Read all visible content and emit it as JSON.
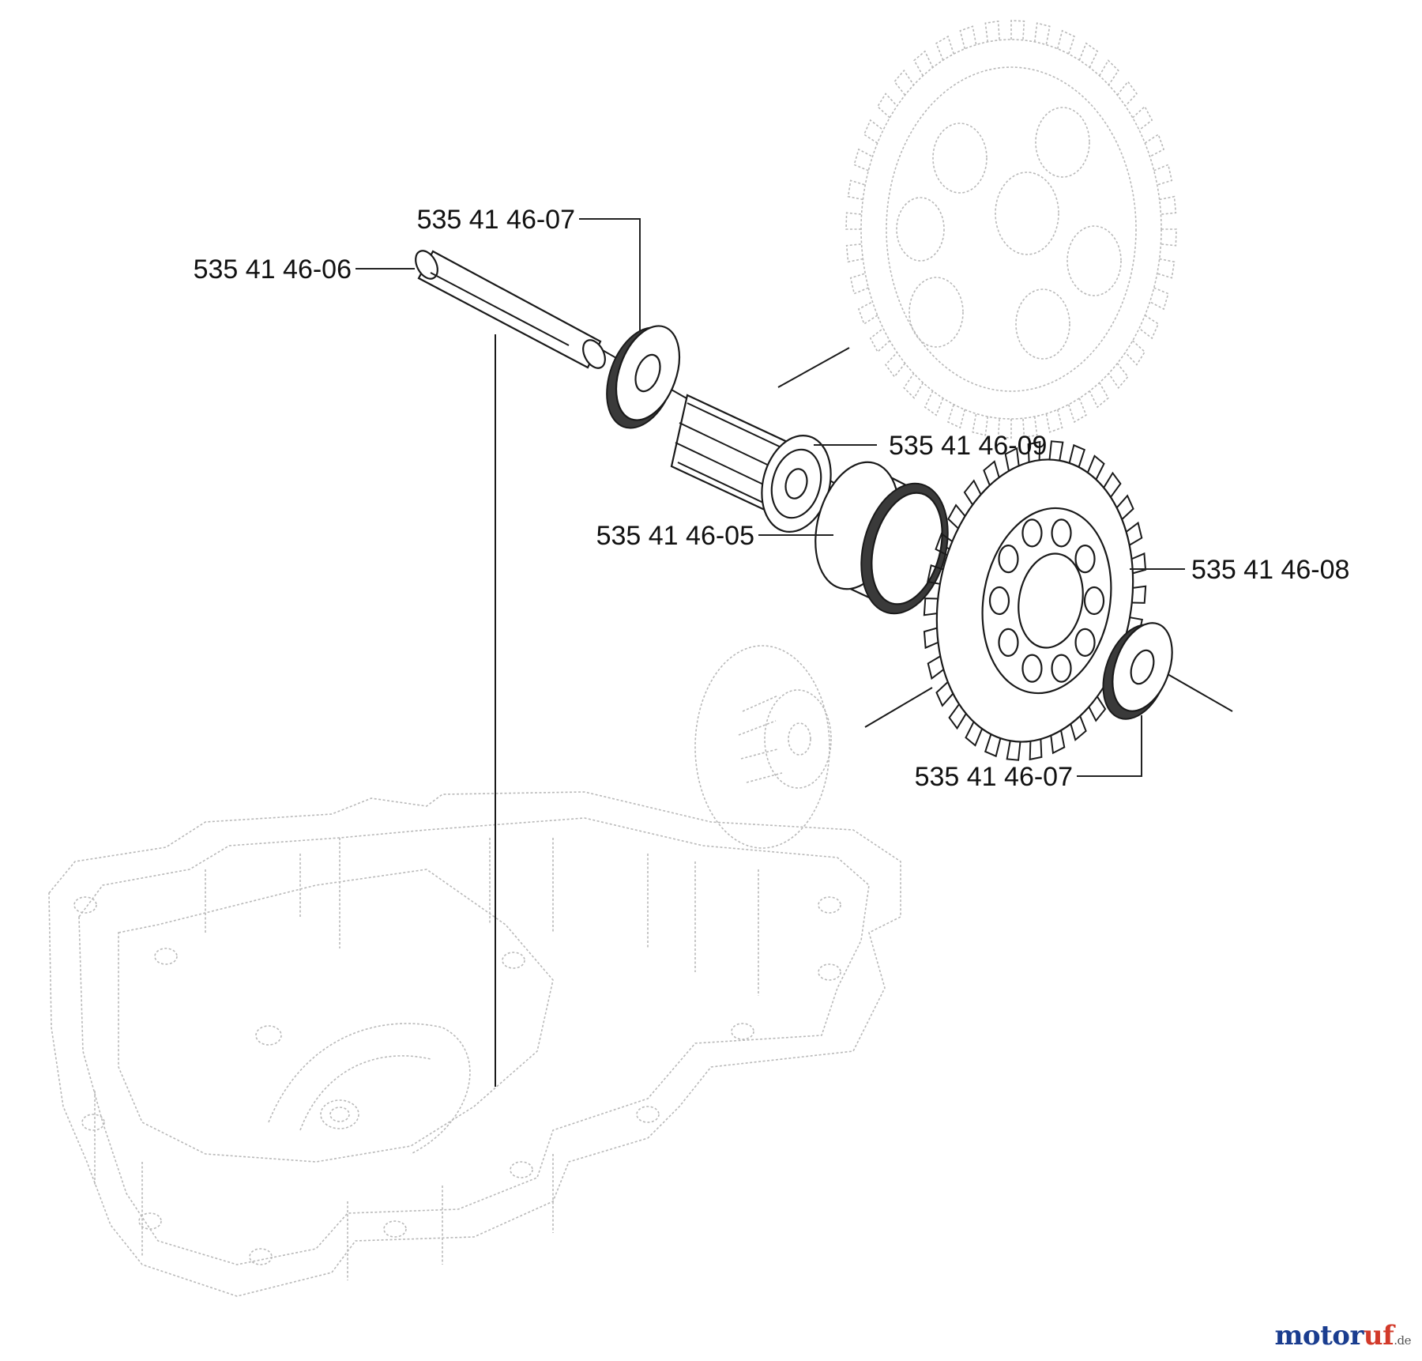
{
  "diagram": {
    "parts": [
      {
        "id": "shaft",
        "number": "535 41 46-06"
      },
      {
        "id": "washer_upper",
        "number": "535 41 46-07"
      },
      {
        "id": "pinion",
        "number": "535 41 46-09"
      },
      {
        "id": "bushing",
        "number": "535 41 46-05"
      },
      {
        "id": "gear",
        "number": "535 41 46-08"
      },
      {
        "id": "washer_lower",
        "number": "535 41 46-07"
      }
    ]
  },
  "watermark": {
    "brand_a": "motor",
    "brand_b": "uf",
    "tld": ".de"
  },
  "colors": {
    "watermark_blue": "#1a3d8f",
    "watermark_red": "#d23a2a",
    "ghost_gray": "#b9b9b9",
    "ink": "#1a1a1a"
  }
}
